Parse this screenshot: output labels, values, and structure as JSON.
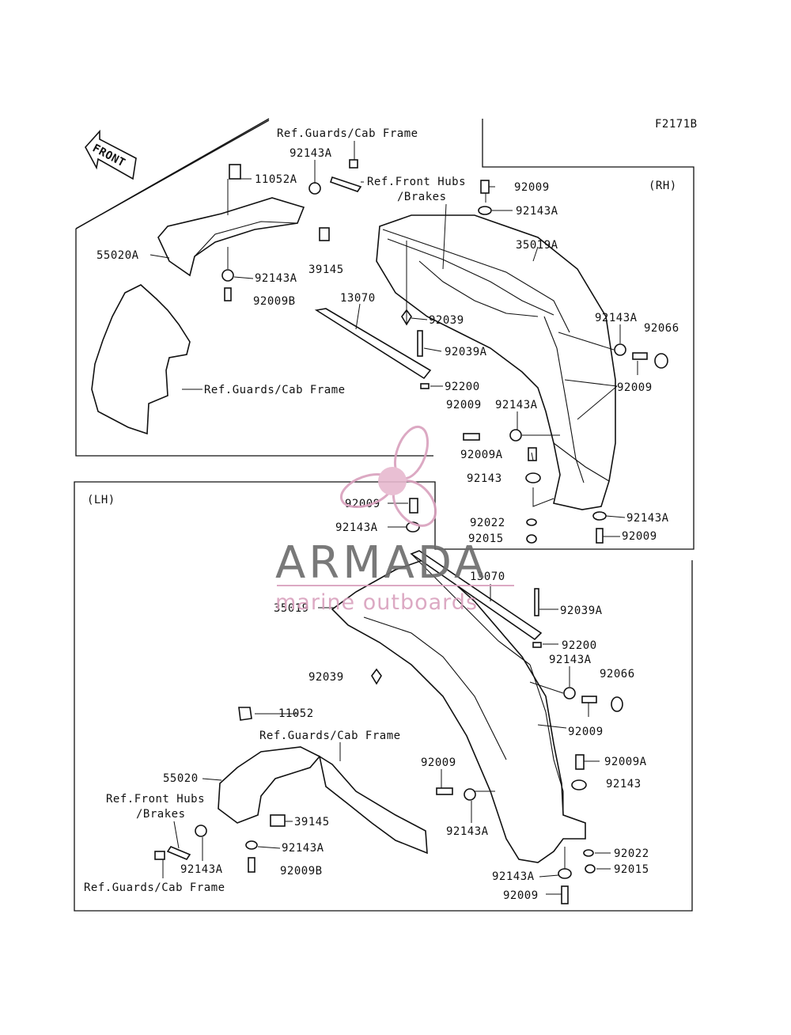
{
  "diagram_code": "F2171B",
  "sections": {
    "rh": "(RH)",
    "lh": "(LH)"
  },
  "front_arrow": "FRONT",
  "watermark": {
    "brand": "ARMADA",
    "tagline": "marine outboards",
    "color_brand": "#6b6b6b",
    "color_accent": "#d9a0bd",
    "logo": "propeller-logo"
  },
  "rh_labels": {
    "ref_guards_top": "Ref.Guards/Cab Frame",
    "p92143A_top": "92143A",
    "p11052A": "11052A",
    "ref_front_hubs_1": "Ref.Front Hubs",
    "ref_front_hubs_2": "/Brakes",
    "p92009_top": "92009",
    "rh_tag": "(RH)",
    "p92143A_2": "92143A",
    "p55020A": "55020A",
    "p39145": "39145",
    "p35019A": "35019A",
    "p92143A_3": "92143A",
    "p92009B": "92009B",
    "p13070": "13070",
    "p92039": "92039",
    "p92143A_4": "92143A",
    "p92066": "92066",
    "p92039A": "92039A",
    "p92009_2": "92009",
    "ref_guards_mid": "Ref.Guards/Cab Frame",
    "p92200": "92200",
    "p92009_3": "92009",
    "p92143A_5": "92143A",
    "p92009A": "92009A",
    "p92143": "92143",
    "p92022": "92022",
    "p92143A_6": "92143A",
    "p92015": "92015",
    "p92009_4": "92009"
  },
  "lh_labels": {
    "lh_tag": "(LH)",
    "p92009_a": "92009",
    "p92143A_a": "92143A",
    "p13070": "13070",
    "p35019": "35019",
    "p92039A": "92039A",
    "p92200": "92200",
    "p92143A_b": "92143A",
    "p92039": "92039",
    "p92066": "92066",
    "p11052": "11052",
    "p92009_b": "92009",
    "ref_guards_a": "Ref.Guards/Cab Frame",
    "p92009_c": "92009",
    "p92009A": "92009A",
    "p55020": "55020",
    "p92143": "92143",
    "ref_front_hubs_1": "Ref.Front Hubs",
    "ref_front_hubs_2": "/Brakes",
    "p39145": "39145",
    "p92143A_c": "92143A",
    "p92143A_d": "92143A",
    "p92022": "92022",
    "p92143A_e": "92143A",
    "p92009B": "92009B",
    "p92015": "92015",
    "ref_guards_b": "Ref.Guards/Cab Frame",
    "p92009_d": "92009"
  }
}
